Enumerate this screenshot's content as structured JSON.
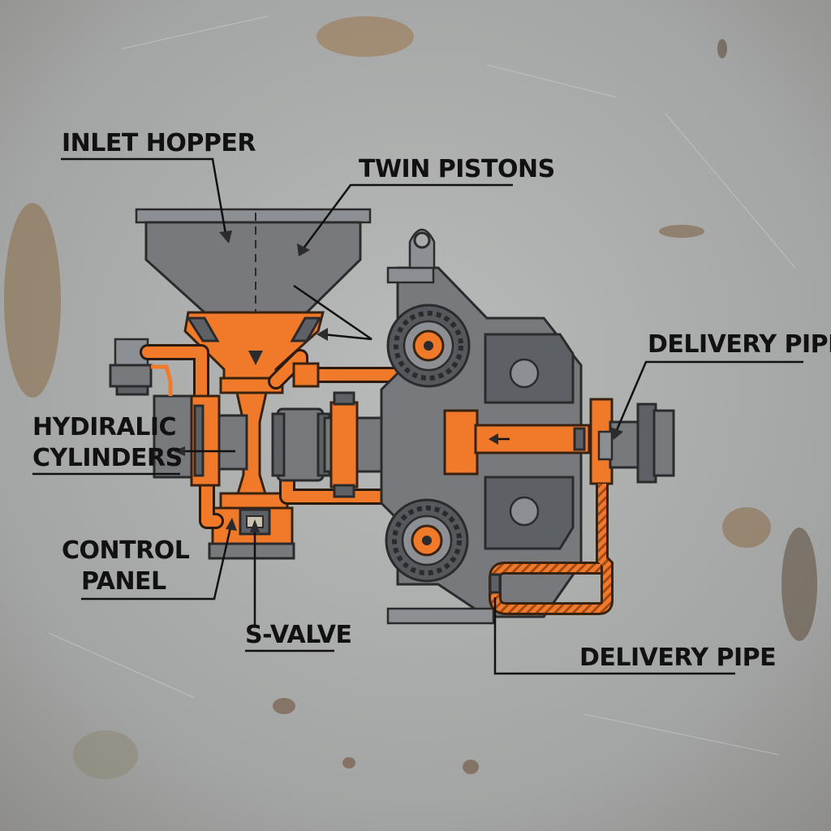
{
  "labels": {
    "inlet_hopper": "INLET HOPPER",
    "twin_pistons": "TWIN PISTONS",
    "delivery_pipe_top": "DELIVERY PIPE",
    "hydraulic_line1": "HYDIRALIC",
    "hydraulic_line2": "CYLINDERS",
    "control_line1": "CONTROL",
    "control_line2": "PANEL",
    "s_valve": "S-VALVE",
    "delivery_pipe_bottom": "DELIVERY PIPE"
  },
  "colors": {
    "background": "#a9abaa",
    "steel": "#77797c",
    "accent_orange": "#f07a2a",
    "ink": "#111111"
  }
}
